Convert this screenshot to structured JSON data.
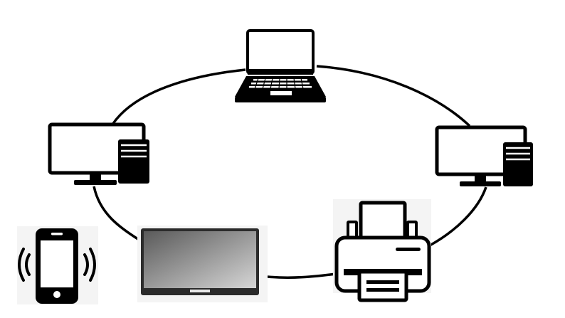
{
  "diagram": {
    "type": "ring-network",
    "ink_color": "#000000",
    "background_color": "#ffffff",
    "tile_background_color": "#f4f4f4",
    "tv_screen_gradient": [
      "#5a5a5a",
      "#d6d6d6"
    ],
    "nodes": [
      {
        "id": "laptop",
        "icon": "laptop-icon"
      },
      {
        "id": "desktop-left",
        "icon": "desktop-computer-icon"
      },
      {
        "id": "desktop-right",
        "icon": "desktop-computer-icon"
      },
      {
        "id": "printer",
        "icon": "printer-icon"
      },
      {
        "id": "television",
        "icon": "flat-screen-tv-icon"
      },
      {
        "id": "smartphone",
        "icon": "smartphone-wireless-icon"
      }
    ],
    "connections": [
      [
        "laptop",
        "desktop-right"
      ],
      [
        "desktop-right",
        "printer"
      ],
      [
        "printer",
        "television"
      ],
      [
        "television",
        "desktop-left"
      ],
      [
        "desktop-left",
        "laptop"
      ]
    ]
  }
}
